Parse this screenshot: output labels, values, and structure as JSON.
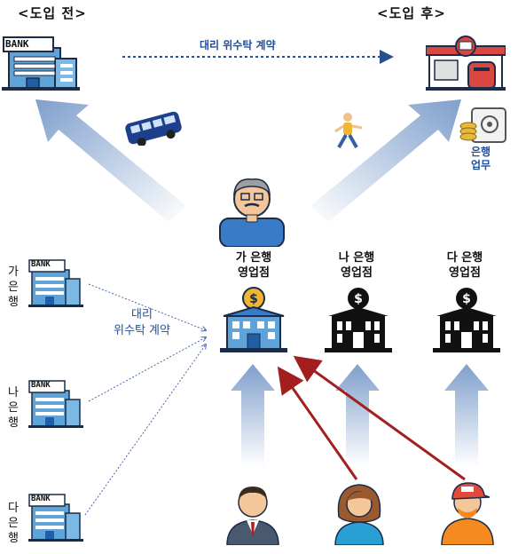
{
  "header": {
    "before": "<도입 전>",
    "after": "<도입 후>"
  },
  "contract_top": "대리 위수탁 계약",
  "contract_mid": [
    "대리",
    "위수탁 계약"
  ],
  "bank_word": "BANK",
  "bank_work": [
    "은행",
    "업무"
  ],
  "branches": [
    {
      "name": "가 은행",
      "sub": "영업점"
    },
    {
      "name": "나 은행",
      "sub": "영업점"
    },
    {
      "name": "다 은행",
      "sub": "영업점"
    }
  ],
  "side_banks": [
    {
      "label": "가은행"
    },
    {
      "label": "나은행"
    },
    {
      "label": "다은행"
    }
  ],
  "colors": {
    "arrow_blue": "#7f9fcc",
    "red_arrow": "#a31f1f",
    "dotted": "#2a4f8f",
    "contract_text": "#1f4e9c"
  }
}
